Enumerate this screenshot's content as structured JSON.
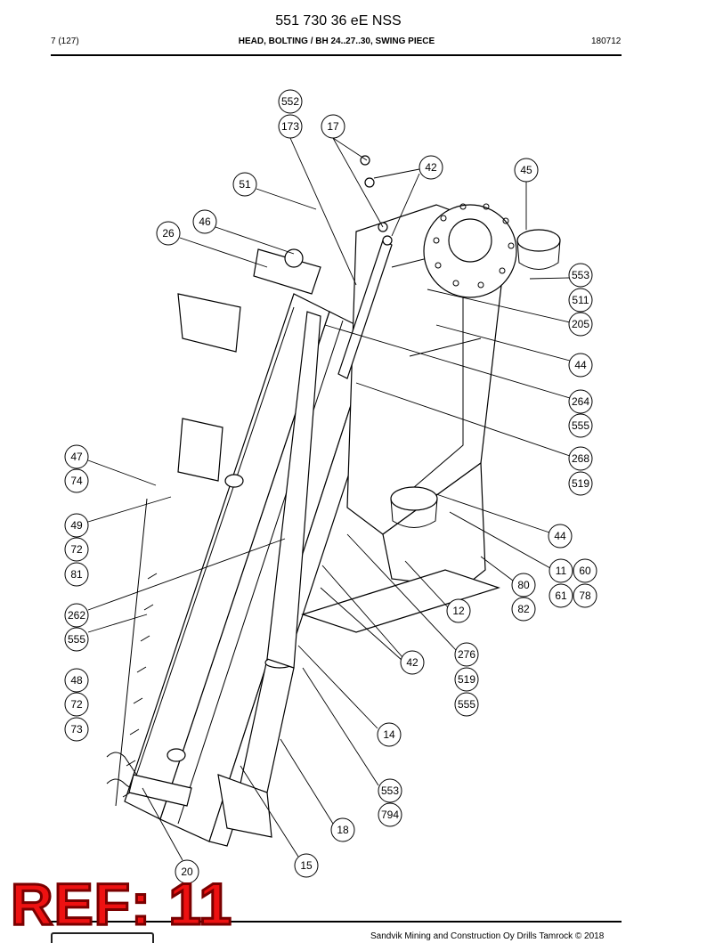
{
  "header": {
    "doc_number": "551 730 36 eE NSS",
    "page": "7 (127)",
    "title": "HEAD, BOLTING / BH 24..27..30, SWING PIECE",
    "date_code": "180712"
  },
  "footer": {
    "copyright": "Sandvik Mining and Construction Oy Drills Tamrock © 2018",
    "stamp": "REF: 11"
  },
  "callouts": [
    {
      "id": "552",
      "label": "552"
    },
    {
      "id": "173",
      "label": "173"
    },
    {
      "id": "17",
      "label": "17"
    },
    {
      "id": "42a",
      "label": "42"
    },
    {
      "id": "45",
      "label": "45"
    },
    {
      "id": "51",
      "label": "51"
    },
    {
      "id": "46",
      "label": "46"
    },
    {
      "id": "26",
      "label": "26"
    },
    {
      "id": "553a",
      "label": "553"
    },
    {
      "id": "511",
      "label": "511"
    },
    {
      "id": "205",
      "label": "205"
    },
    {
      "id": "44a",
      "label": "44"
    },
    {
      "id": "264",
      "label": "264"
    },
    {
      "id": "555a",
      "label": "555"
    },
    {
      "id": "268",
      "label": "268"
    },
    {
      "id": "519a",
      "label": "519"
    },
    {
      "id": "47",
      "label": "47"
    },
    {
      "id": "74",
      "label": "74"
    },
    {
      "id": "49",
      "label": "49"
    },
    {
      "id": "72a",
      "label": "72"
    },
    {
      "id": "81",
      "label": "81"
    },
    {
      "id": "44b",
      "label": "44"
    },
    {
      "id": "11",
      "label": "11"
    },
    {
      "id": "60",
      "label": "60"
    },
    {
      "id": "61",
      "label": "61"
    },
    {
      "id": "78",
      "label": "78"
    },
    {
      "id": "80",
      "label": "80"
    },
    {
      "id": "82",
      "label": "82"
    },
    {
      "id": "12",
      "label": "12"
    },
    {
      "id": "262",
      "label": "262"
    },
    {
      "id": "555b",
      "label": "555"
    },
    {
      "id": "276",
      "label": "276"
    },
    {
      "id": "519b",
      "label": "519"
    },
    {
      "id": "555c",
      "label": "555"
    },
    {
      "id": "42b",
      "label": "42"
    },
    {
      "id": "48",
      "label": "48"
    },
    {
      "id": "72b",
      "label": "72"
    },
    {
      "id": "73",
      "label": "73"
    },
    {
      "id": "14",
      "label": "14"
    },
    {
      "id": "553b",
      "label": "553"
    },
    {
      "id": "794",
      "label": "794"
    },
    {
      "id": "18",
      "label": "18"
    },
    {
      "id": "15",
      "label": "15"
    },
    {
      "id": "20",
      "label": "20"
    }
  ]
}
